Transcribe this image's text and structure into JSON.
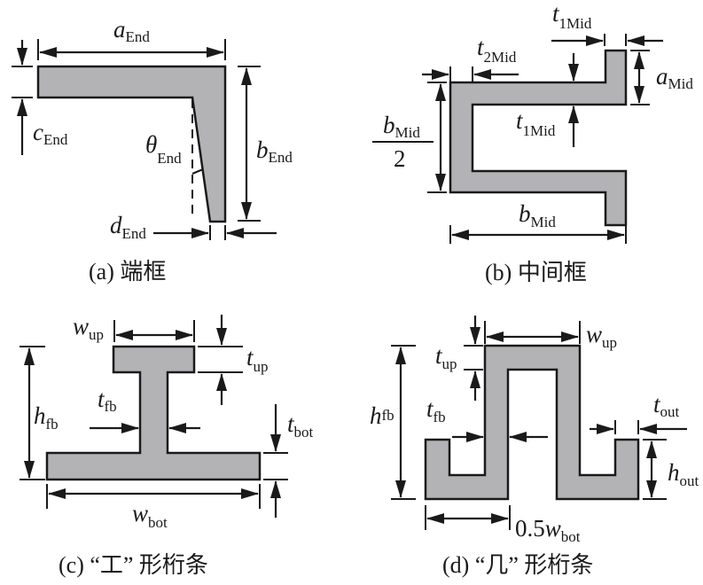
{
  "panels": {
    "a": {
      "caption": "(a) 端框",
      "labels": {
        "a": {
          "main": "a",
          "sub": "End"
        },
        "b": {
          "main": "b",
          "sub": "End"
        },
        "c": {
          "main": "c",
          "sub": "End"
        },
        "d": {
          "main": "d",
          "sub": "End"
        },
        "theta": {
          "main": "θ",
          "sub": "End"
        }
      }
    },
    "b": {
      "caption": "(b) 中间框",
      "labels": {
        "t1_top": {
          "main": "t",
          "sub": "1Mid"
        },
        "t2": {
          "main": "t",
          "sub": "2Mid"
        },
        "a": {
          "main": "a",
          "sub": "Mid"
        },
        "t1_mid": {
          "main": "t",
          "sub": "1Mid"
        },
        "b_half": {
          "main": "b",
          "sub": "Mid",
          "denominator": "2"
        },
        "b": {
          "main": "b",
          "sub": "Mid"
        }
      }
    },
    "c": {
      "caption": "(c) “工” 形桁条",
      "labels": {
        "w_up": {
          "main": "w",
          "sub": "up"
        },
        "t_up": {
          "main": "t",
          "sub": "up"
        },
        "h_fb": {
          "main": "h",
          "sub": "fb"
        },
        "t_fb": {
          "main": "t",
          "sub": "fb"
        },
        "t_bot": {
          "main": "t",
          "sub": "bot"
        },
        "w_bot": {
          "main": "w",
          "sub": "bot"
        }
      }
    },
    "d": {
      "caption": "(d) “几” 形桁条",
      "labels": {
        "t_up": {
          "main": "t",
          "sub": "up"
        },
        "w_up": {
          "main": "w",
          "sub": "up"
        },
        "h_fb": {
          "main": "h",
          "sub": "fb"
        },
        "t_fb": {
          "main": "t",
          "sub": "fb"
        },
        "t_out": {
          "main": "t",
          "sub": "out"
        },
        "h_out": {
          "main": "h",
          "sub": "out"
        },
        "w_bot": {
          "prefix": "0.5",
          "main": "w",
          "sub": "bot"
        }
      }
    }
  },
  "colors": {
    "section_fill": "#b3b3b6",
    "line": "#1a1a1a"
  }
}
